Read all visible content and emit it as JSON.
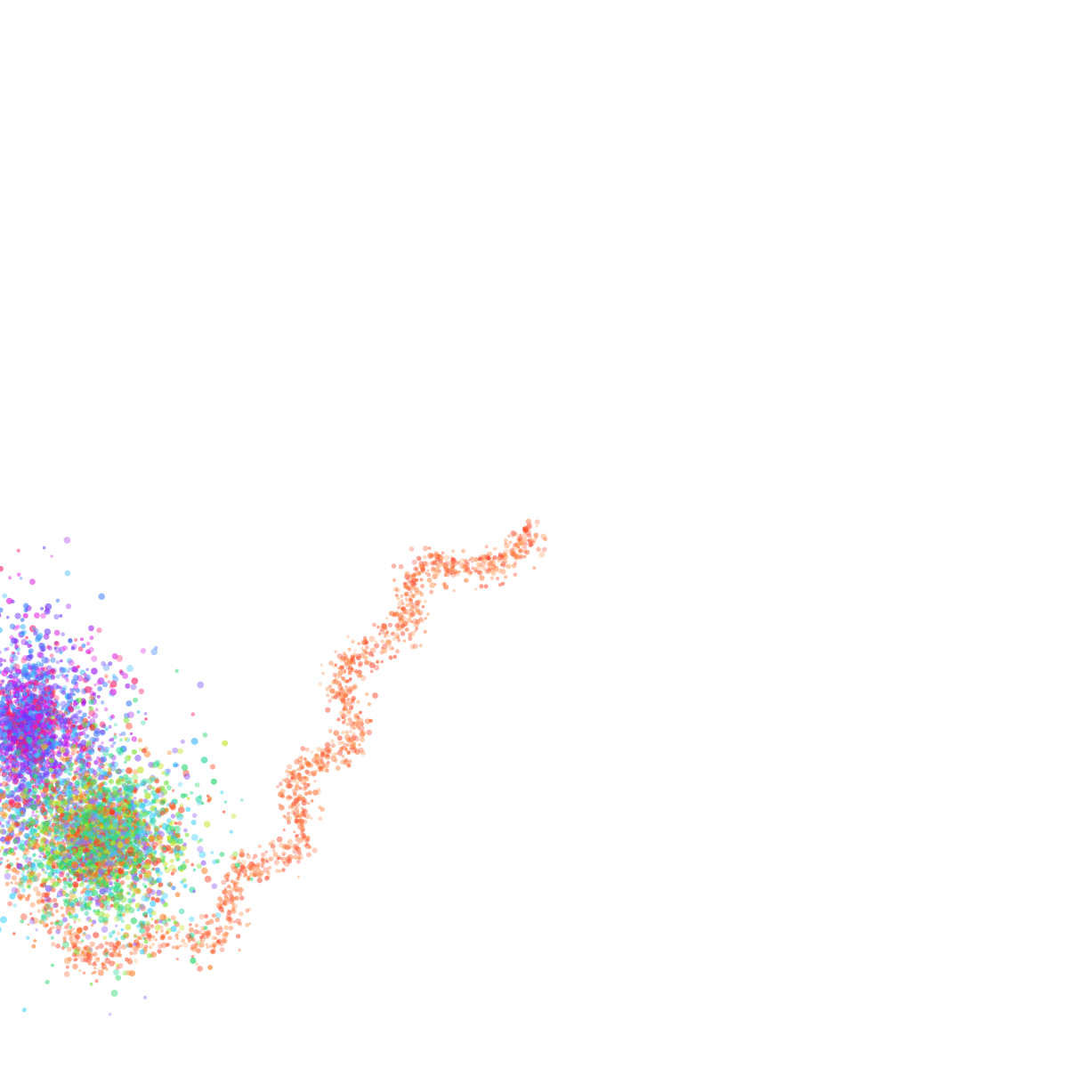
{
  "canvas": {
    "background": "#ffffff"
  },
  "palette": {
    "purple_cluster": [
      "#ff1f6a",
      "#e01ee0",
      "#a020f0",
      "#6a3cff",
      "#3a7bff",
      "#3ab8ff"
    ],
    "green_cluster": [
      "#25d66b",
      "#2bd99c",
      "#7ee23a",
      "#c7e12a",
      "#ff3b1f",
      "#ff7a1f",
      "#3ad0ff",
      "#9b6bff"
    ],
    "trail": [
      "#ff5a1f",
      "#ff7a3a",
      "#ff9a5a",
      "#ff3b1f"
    ]
  },
  "elements": {
    "purple_cluster": {
      "name": "purple-particle-cluster",
      "opacity": 0.55
    },
    "green_cluster": {
      "name": "green-particle-cluster",
      "opacity": 0.55
    },
    "trail": {
      "name": "orange-particle-trail",
      "opacity": 0.45
    }
  }
}
